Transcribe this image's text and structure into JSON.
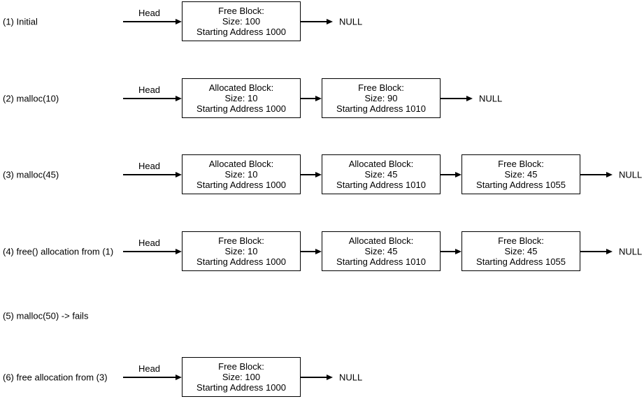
{
  "diagram": {
    "head_label": "Head",
    "null_label": "NULL",
    "colors": {
      "background": "#ffffff",
      "stroke": "#000000",
      "text": "#000000",
      "box_fill": "#ffffff"
    },
    "rows": [
      {
        "label": "(1) Initial",
        "boxes": [
          {
            "type": "free",
            "lines": [
              "Free Block:",
              "Size: 100",
              "Starting Address 1000"
            ]
          }
        ],
        "terminates_null": true
      },
      {
        "label": "(2) malloc(10)",
        "boxes": [
          {
            "type": "allocated",
            "lines": [
              "Allocated Block:",
              "Size: 10",
              "Starting Address 1000"
            ]
          },
          {
            "type": "free",
            "lines": [
              "Free Block:",
              "Size: 90",
              "Starting Address 1010"
            ]
          }
        ],
        "terminates_null": true
      },
      {
        "label": "(3) malloc(45)",
        "boxes": [
          {
            "type": "allocated",
            "lines": [
              "Allocated Block:",
              "Size: 10",
              "Starting Address 1000"
            ]
          },
          {
            "type": "allocated",
            "lines": [
              "Allocated Block:",
              "Size: 45",
              "Starting Address 1010"
            ]
          },
          {
            "type": "free",
            "lines": [
              "Free Block:",
              "Size: 45",
              "Starting Address 1055"
            ]
          }
        ],
        "terminates_null": true
      },
      {
        "label": "(4) free() allocation from (1)",
        "boxes": [
          {
            "type": "free",
            "lines": [
              "Free Block:",
              "Size: 10",
              "Starting Address 1000"
            ]
          },
          {
            "type": "allocated",
            "lines": [
              "Allocated Block:",
              "Size: 45",
              "Starting Address 1010"
            ]
          },
          {
            "type": "free",
            "lines": [
              "Free Block:",
              "Size: 45",
              "Starting Address 1055"
            ]
          }
        ],
        "terminates_null": true
      },
      {
        "label": "(5) malloc(50) -> fails",
        "boxes": [],
        "terminates_null": false
      },
      {
        "label": "(6) free allocation from (3)",
        "boxes": [
          {
            "type": "free",
            "lines": [
              "Free Block:",
              "Size: 100",
              "Starting Address 1000"
            ]
          }
        ],
        "terminates_null": true
      }
    ]
  }
}
